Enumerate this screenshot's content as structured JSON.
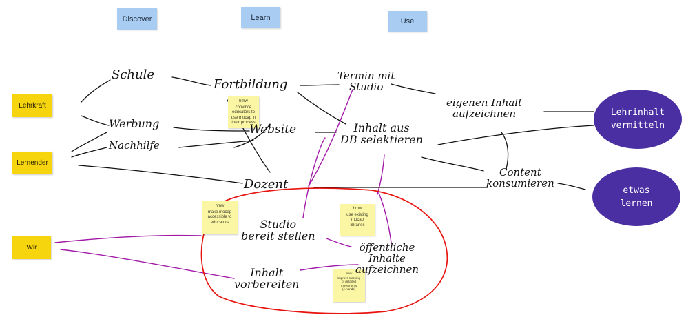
{
  "phases": [
    "Discover",
    "Learn",
    "Use"
  ],
  "roles": [
    "Lehrkraft",
    "Lernender",
    "Wir"
  ],
  "goals": {
    "lehrinhalt": [
      "Lehrinhalt",
      "vermitteln"
    ],
    "lernen": [
      "etwas",
      "lernen"
    ]
  },
  "handwriting": {
    "schule": "Schule",
    "fortbildung": "Fortbildung",
    "termin": [
      "Termin mit",
      "Studio"
    ],
    "eigenen": [
      "eigenen Inhalt",
      "aufzeichnen"
    ],
    "werbung": "Werbung",
    "website": "Website",
    "inhalt_db": [
      "Inhalt aus",
      "DB selektieren"
    ],
    "nachhilfe": "Nachhilfe",
    "dozent": "Dozent",
    "content": [
      "Content",
      "konsumieren"
    ],
    "studio": [
      "Studio",
      "bereit stellen"
    ],
    "oeffentliche": [
      "öffentliche",
      "Inhalte",
      "aufzeichnen"
    ],
    "inhalt_vorbereiten": [
      "Inhalt",
      "vorbereiten"
    ]
  },
  "stickies": {
    "convince": [
      "hmw",
      "convince",
      "educators to",
      "use mocap in",
      "their process"
    ],
    "accessible": [
      "hmw",
      "make mocap",
      "accessible to",
      "educators"
    ],
    "existing": [
      "hmw",
      "use existing",
      "mocap",
      "libraries"
    ],
    "tracking": [
      "hmw",
      "improve tracking",
      "of detailed",
      "movements",
      "(e.hands)"
    ]
  },
  "colors": {
    "phase": "#a9cdf2",
    "role": "#f6d50f",
    "sticky": "#fbf6a3",
    "goal": "#4a2fa3",
    "connector_black": "#111111",
    "connector_purple": "#a21aa8",
    "highlight_red": "#e8140f"
  }
}
